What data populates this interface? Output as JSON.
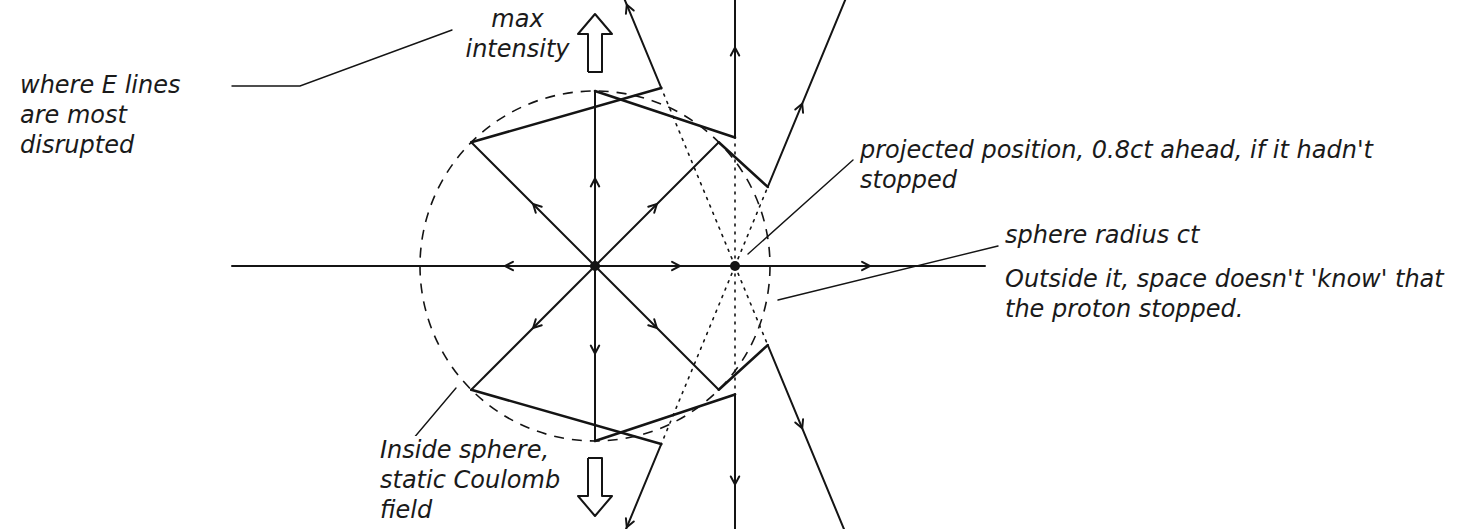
{
  "diagram": {
    "labels": [
      "max intensity",
      "where E lines are most disrupted",
      "projected position, 0.8ct ahead, if it hadn't stopped",
      "sphere radius ct",
      "Outside it, space doesn't 'know' that the proton stopped.",
      "Inside sphere, static Coulomb field"
    ]
  }
}
